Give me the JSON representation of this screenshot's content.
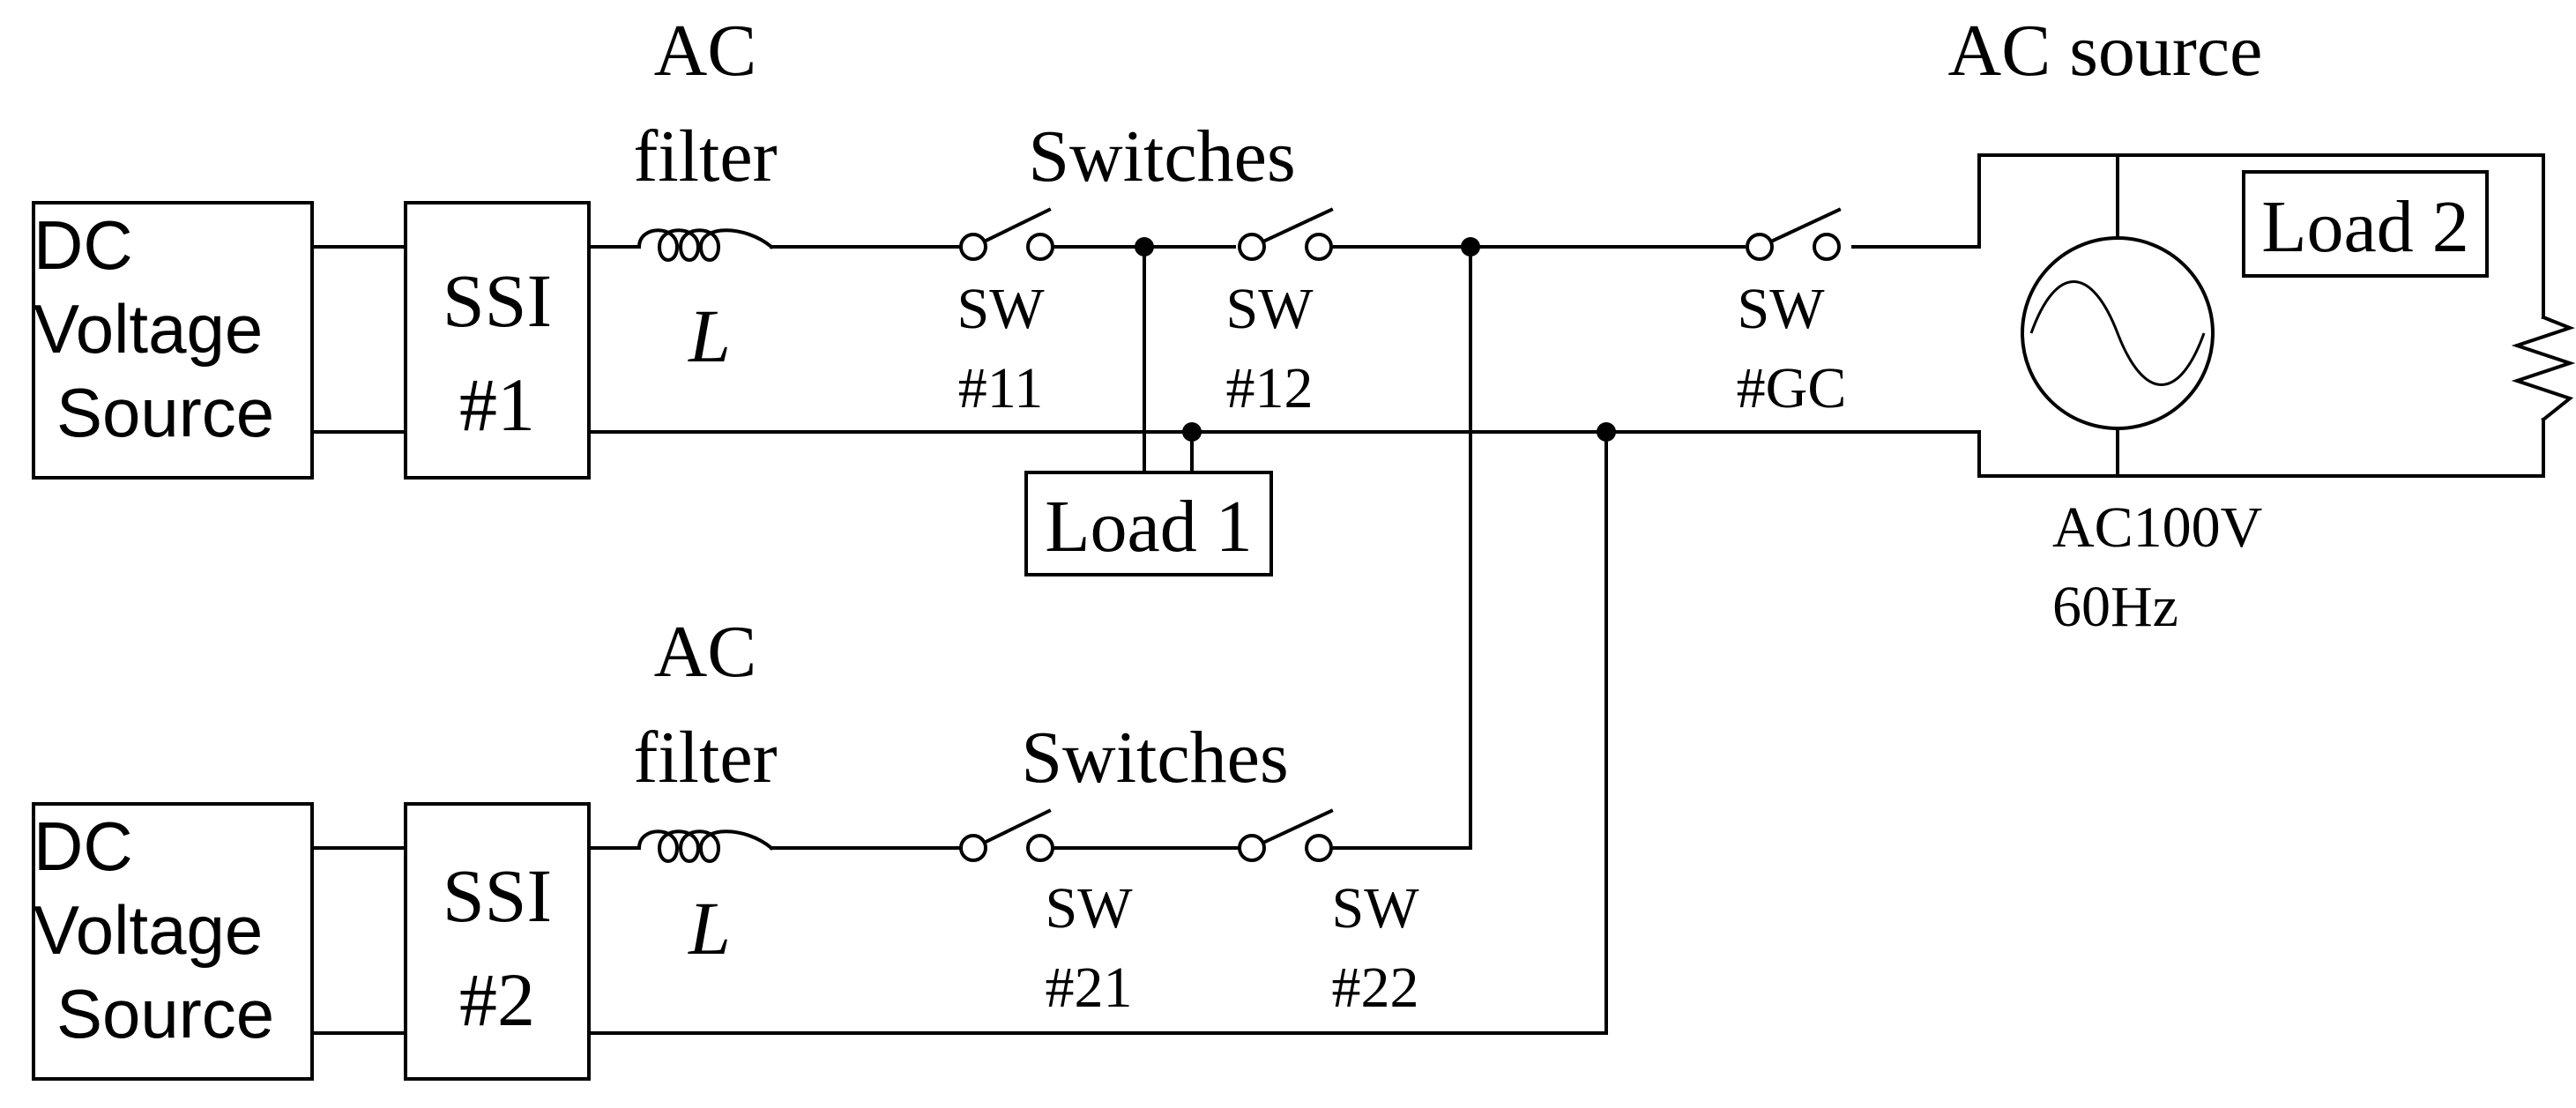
{
  "inverter1": {
    "dc_source": [
      "DC",
      "Voltage",
      "Source"
    ],
    "ssi": [
      "SSI",
      "#1"
    ],
    "filter_title": [
      "AC",
      "filter"
    ],
    "inductor": "L",
    "switches_title": "Switches",
    "sw_a": [
      "SW",
      "#11"
    ],
    "sw_b": [
      "SW",
      "#12"
    ]
  },
  "inverter2": {
    "dc_source": [
      "DC",
      "Voltage",
      "Source"
    ],
    "ssi": [
      "SSI",
      "#2"
    ],
    "filter_title": [
      "AC",
      "filter"
    ],
    "inductor": "L",
    "switches_title": "Switches",
    "sw_a": [
      "SW",
      "#21"
    ],
    "sw_b": [
      "SW",
      "#22"
    ]
  },
  "load1": "Load 1",
  "grid": {
    "title": "AC source",
    "sw": [
      "SW",
      "#GC"
    ],
    "rating": [
      "AC100V",
      "60Hz"
    ],
    "load2": "Load 2"
  }
}
